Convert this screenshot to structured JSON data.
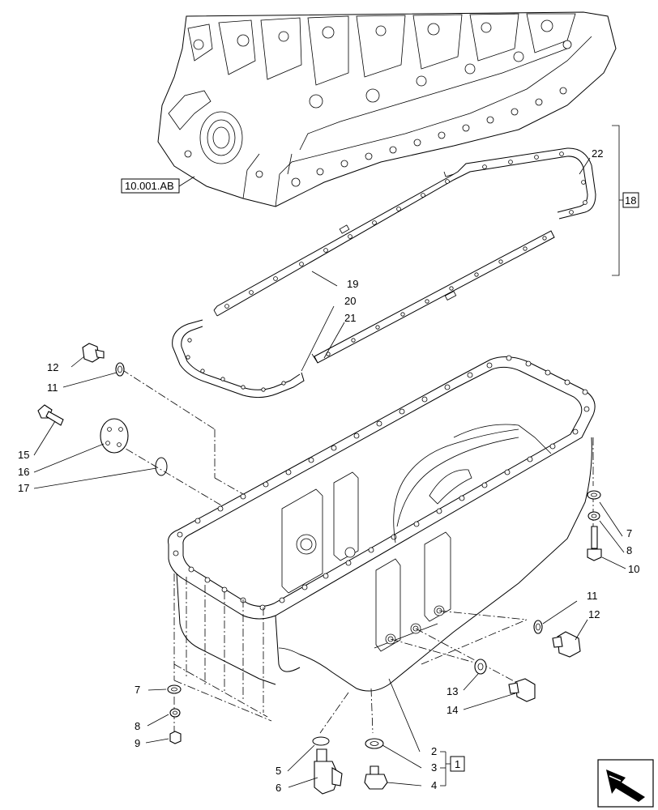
{
  "reference": {
    "engine_block_ref": "10.001.AB"
  },
  "group_boxes": {
    "gasket_group": "18",
    "plug_group": "1"
  },
  "callouts": {
    "c1": "1",
    "c2": "2",
    "c3": "3",
    "c4": "4",
    "c5": "5",
    "c6": "6",
    "c7a": "7",
    "c7b": "7",
    "c8a": "8",
    "c8b": "8",
    "c9": "9",
    "c10": "10",
    "c11a": "11",
    "c11b": "11",
    "c12a": "12",
    "c12b": "12",
    "c13": "13",
    "c14": "14",
    "c15": "15",
    "c16": "16",
    "c17": "17",
    "c19": "19",
    "c20": "20",
    "c21": "21",
    "c22": "22"
  },
  "icons": {
    "navigation": "next-page-arrow-icon"
  }
}
